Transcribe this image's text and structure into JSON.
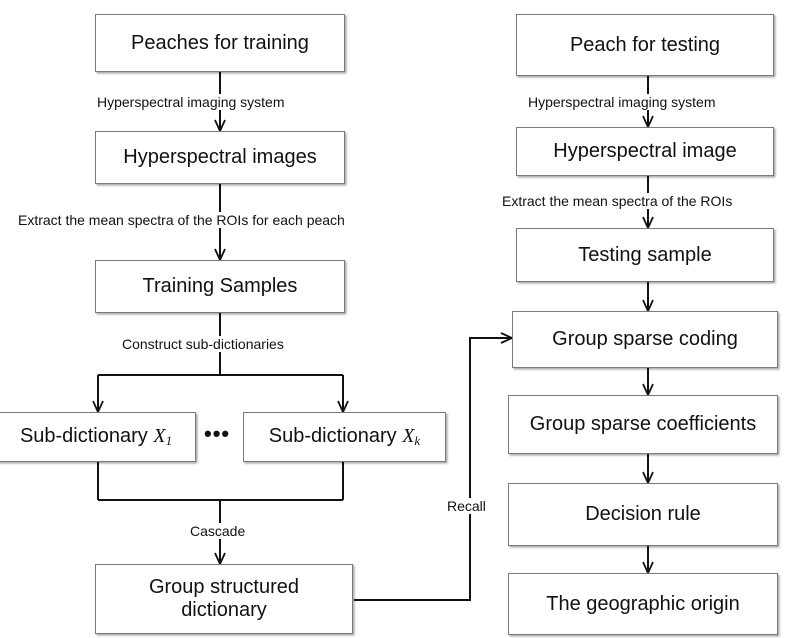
{
  "left": {
    "peaches_training": "Peaches for training",
    "imaging_label": "Hyperspectral imaging system",
    "hyper_images": "Hyperspectral images",
    "extract_label": "Extract the mean spectra of the ROIs for each peach",
    "training_samples": "Training Samples",
    "construct_label": "Construct sub-dictionaries",
    "subdict_prefix": "Sub-dictionary ",
    "subdict1_symbol": "X",
    "subdict1_sub": "1",
    "ellipsis": "•••",
    "subdictk_symbol": "X",
    "subdictk_sub": "k",
    "cascade_label": "Cascade",
    "group_dict_line1": "Group structured",
    "group_dict_line2": "dictionary"
  },
  "link": {
    "recall_label": "Recall"
  },
  "right": {
    "peach_testing": "Peach for testing",
    "imaging_label": "Hyperspectral imaging system",
    "hyper_image": "Hyperspectral image",
    "extract_label": "Extract the mean spectra of the ROIs",
    "testing_sample": "Testing sample",
    "group_sparse_coding": "Group sparse coding",
    "group_sparse_coeff": "Group sparse coefficients",
    "decision_rule": "Decision rule",
    "geo_origin": "The geographic origin"
  }
}
